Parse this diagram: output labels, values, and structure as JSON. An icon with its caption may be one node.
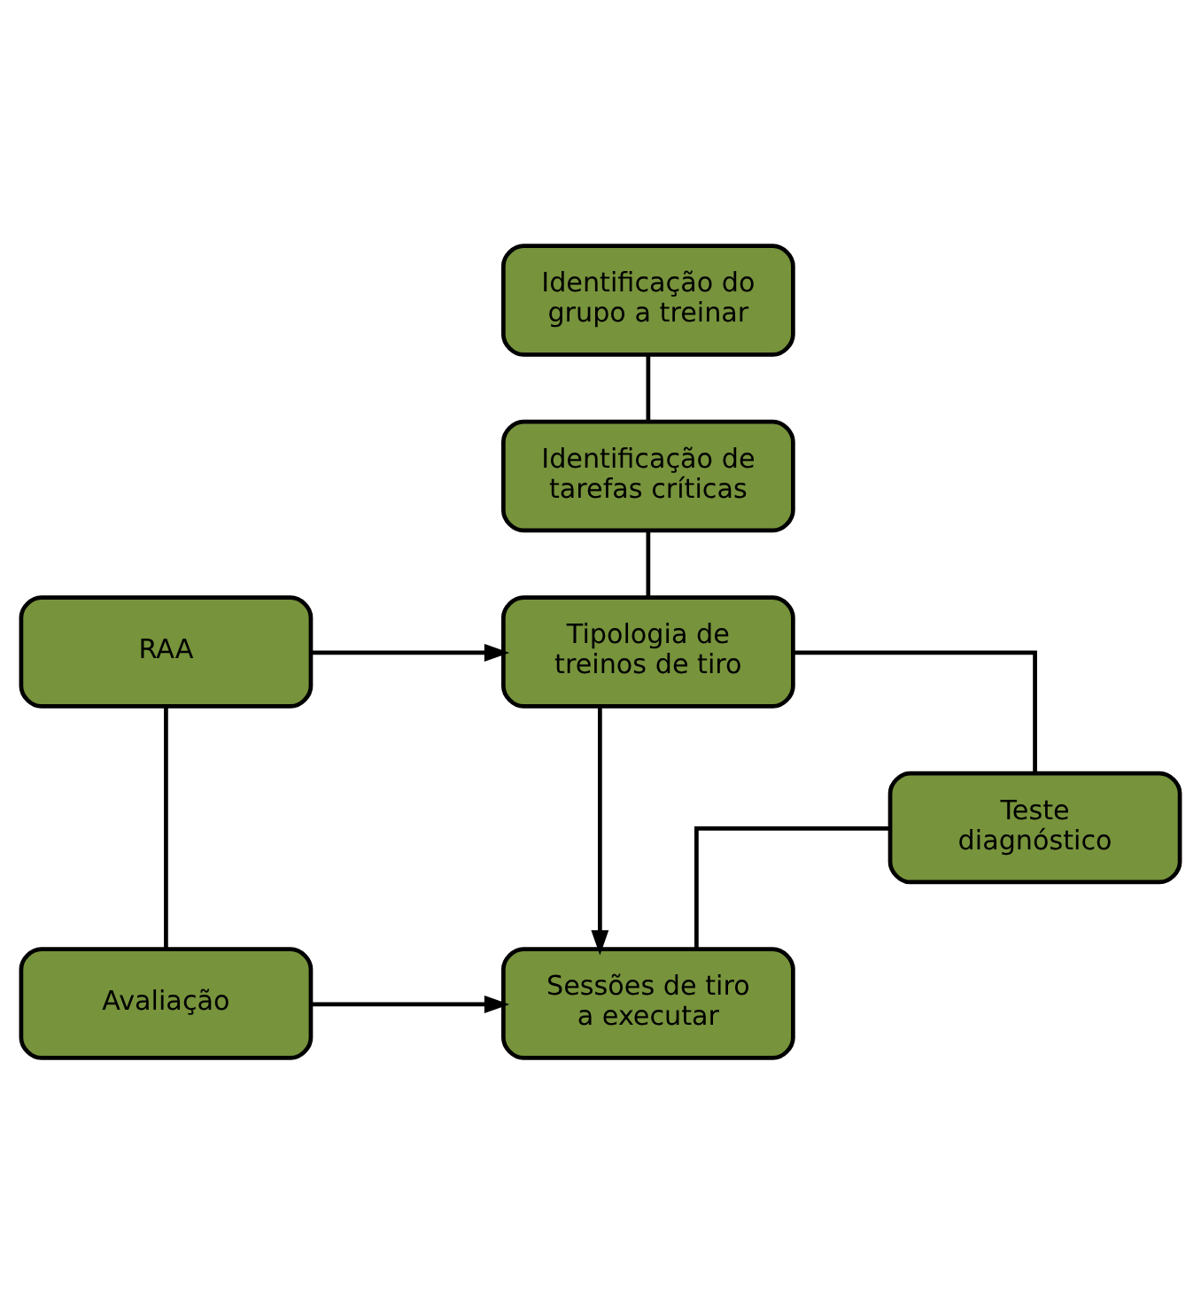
{
  "diagram": {
    "nodes": [
      {
        "text": [
          "Identificação do grupo a treinar"
        ]
      },
      {
        "text": [
          "Identificação de tarefas críticas"
        ]
      },
      {
        "text": [
          "Tipologia de treinos de tiro"
        ]
      },
      {
        "text": [
          "RAA"
        ]
      },
      {
        "text": [
          "Teste diagnóstico"
        ]
      },
      {
        "text": [
          "Sessões de tiro a executar"
        ]
      },
      {
        "text": [
          "Avaliação"
        ]
      }
    ],
    "edges": [
      {
        "from": 0,
        "to": 1,
        "arrow": "none"
      },
      {
        "from": 1,
        "to": 2,
        "arrow": "none"
      },
      {
        "from": 3,
        "to": 2,
        "arrow": "to"
      },
      {
        "from": 2,
        "to": 5,
        "arrow": "to"
      },
      {
        "from": 2,
        "to": 4,
        "arrow": "none"
      },
      {
        "from": 4,
        "to": 5,
        "arrow": "none"
      },
      {
        "from": 3,
        "to": 6,
        "arrow": "none"
      },
      {
        "from": 6,
        "to": 5,
        "arrow": "to"
      }
    ]
  }
}
